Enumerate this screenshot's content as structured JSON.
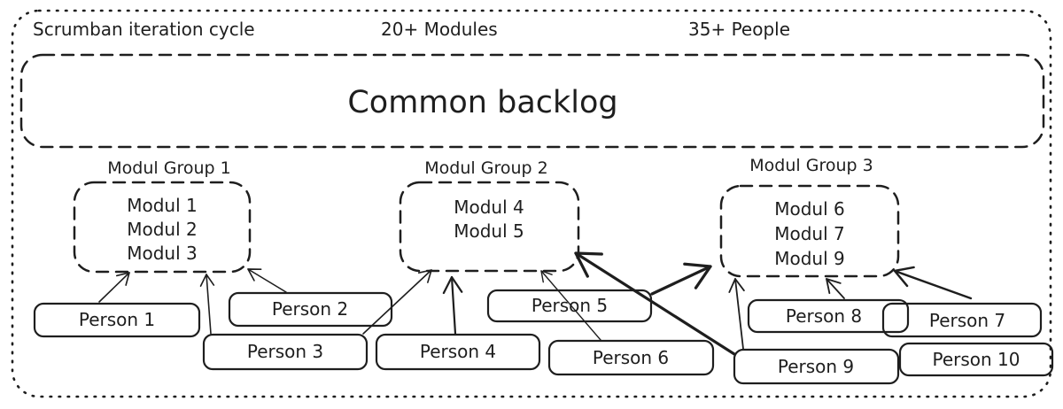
{
  "diagram": {
    "title": "Scrumban iteration cycle",
    "stats": {
      "modules": "20+ Modules",
      "people": "35+ People"
    },
    "backlog": {
      "label": "Common backlog"
    },
    "module_groups": [
      {
        "title": "Modul Group 1",
        "modules": [
          "Modul 1",
          "Modul 2",
          "Modul 3"
        ]
      },
      {
        "title": "Modul Group 2",
        "modules": [
          "Modul 4",
          "Modul 5"
        ]
      },
      {
        "title": "Modul Group 3",
        "modules": [
          "Modul 6",
          "Modul 7",
          "Modul 9"
        ]
      }
    ],
    "persons": [
      "Person 1",
      "Person 2",
      "Person 3",
      "Person 4",
      "Person 5",
      "Person 6",
      "Person 7",
      "Person 8",
      "Person 9",
      "Person 10"
    ],
    "connections": [
      {
        "from": "Person 1",
        "to": "Modul Group 1"
      },
      {
        "from": "Person 2",
        "to": "Modul Group 1"
      },
      {
        "from": "Person 3",
        "to": "Modul Group 1"
      },
      {
        "from": "Person 3",
        "to": "Modul Group 2"
      },
      {
        "from": "Person 4",
        "to": "Modul Group 2"
      },
      {
        "from": "Person 6",
        "to": "Modul Group 2"
      },
      {
        "from": "Person 9",
        "to": "Modul Group 2"
      },
      {
        "from": "Person 5",
        "to": "Modul Group 3"
      },
      {
        "from": "Person 9",
        "to": "Modul Group 3"
      },
      {
        "from": "Person 8",
        "to": "Modul Group 3"
      },
      {
        "from": "Person 7",
        "to": "Modul Group 3"
      }
    ],
    "colors": {
      "stroke": "#1e1e1e",
      "background": "#ffffff"
    }
  }
}
